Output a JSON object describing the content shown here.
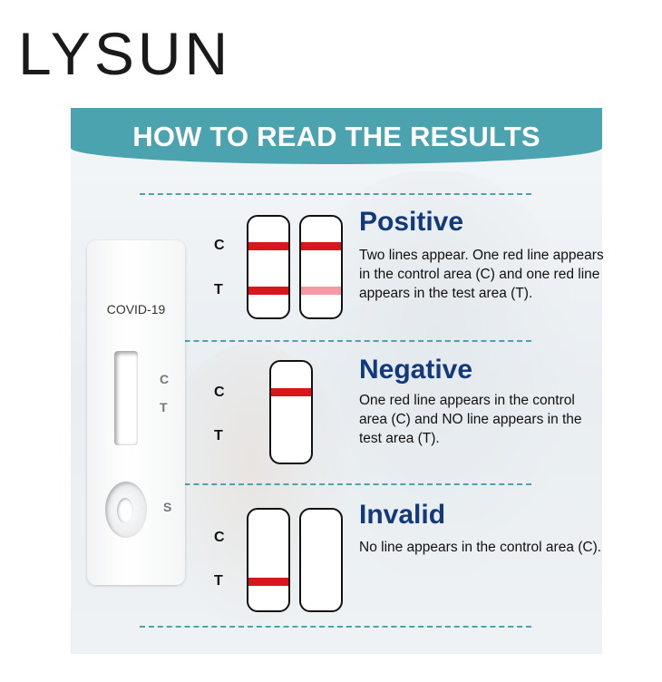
{
  "brand": {
    "name": "LYSUN"
  },
  "banner": {
    "title": "HOW TO READ THE RESULTS"
  },
  "cassette": {
    "label": "COVID-19",
    "marks": {
      "c": "C",
      "t": "T",
      "s": "S"
    }
  },
  "letters": {
    "c": "C",
    "t": "T"
  },
  "results": [
    {
      "title": "Positive",
      "description": "Two lines appear. One red line appears in the control area (C) and one red line appears in the test area (T)."
    },
    {
      "title": "Negative",
      "description": "One red line appears in the control area (C) and NO line appears in the test area (T)."
    },
    {
      "title": "Invalid",
      "description": "No line appears in the control area (C)."
    }
  ],
  "colors": {
    "banner": "#4aa3ae",
    "heading": "#123a7a",
    "red_line": "#d9161b",
    "faint_line": "#f59aa4"
  }
}
